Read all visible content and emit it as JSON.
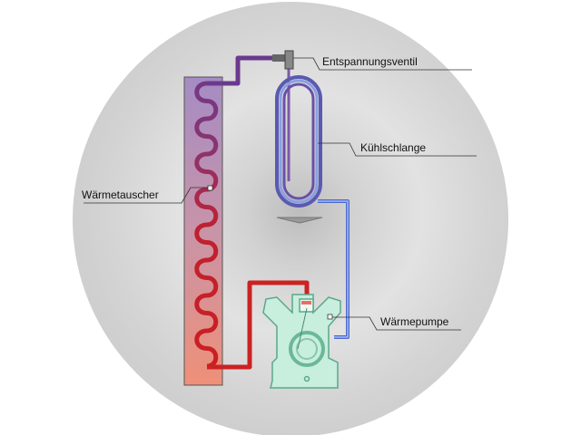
{
  "labels": {
    "valve": "Entspannungsventil",
    "coil": "Kühlschlange",
    "exchanger": "Wärmetauscher",
    "pump": "Wärmepumpe"
  },
  "colors": {
    "background_disc": "#d4d4d4",
    "hot_pipe": "#cc2222",
    "warm_pipe": "#7a3c8c",
    "cold_pipe": "#4a6ad0",
    "compressor": "#c8eedd"
  }
}
